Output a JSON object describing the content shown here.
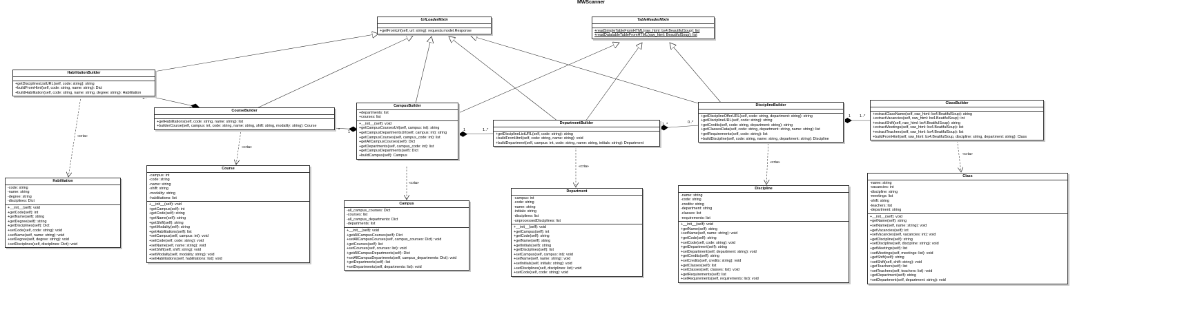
{
  "diagram_title": "MWScanner",
  "classes": {
    "url_loader_mixin": {
      "name": "UrlLoaderMixin",
      "attributes": [],
      "methods": [
        "+getFromUrl(self, url: string): requests.model.Response"
      ]
    },
    "table_reader_mixin": {
      "name": "TableReaderMixin",
      "attributes": [],
      "methods": [
        "+readSimpleTableFromHTML(raw_html: bs4.BeautifulSoup): list",
        "+readDatatableTableFromHTML(raw_html: BeautifulSoup): list"
      ]
    },
    "habilitation_builder": {
      "name": "HabilitationBuilder",
      "attributes": [],
      "methods": [
        "+getDisciplinesListURL(self, code: string): string",
        "+buildFromHtml(self, code: string, name: string): Dict",
        "+buildHabilitation(self, code: string, name: string, degree: string): Habilitation"
      ]
    },
    "course_builder": {
      "name": "CourseBuilder",
      "attributes": [],
      "methods": [
        "+getHabilitations(self, code: string, name: string): list",
        "+builderCourse(self, campus: int, code: string, name: string, shift: string, modality: string): Course"
      ]
    },
    "campus_builder": {
      "name": "CampusBuilder",
      "attributes": [
        "+departments: list",
        "+courses: list"
      ],
      "methods": [
        "+__init__(self): void",
        "+getCampusCoursesUrl(self, campus: int): string",
        "+getCampusDepartmentsUrl(self, campus: int): string",
        "+getCampusCourses(self, campus_code: int): list",
        "+getAllCampusCourses(self): Dict",
        "+getDepartments(self, campus_code: int): list",
        "+getCampusDepartments(self): Dict",
        "+buildCampus(self): Campus"
      ]
    },
    "department_builder": {
      "name": "DepartmentBuilder",
      "attributes": [],
      "methods": [
        "+getDisciplineListURL(self, code: string): string",
        "+buildFromHtml(self, code: string, name: string): void",
        "+buildDepartment(self, campus: int, code: string, name: string, initials: string): Department"
      ]
    },
    "discipline_builder": {
      "name": "DisciplineBuilder",
      "attributes": [],
      "methods": [
        "+getDisciplineOfferURL(self, code: string, department: string): string",
        "+getDisciplineURL(self, code: string): string",
        "+getCredits(self, code: string, department: string): string",
        "+getClassesData(self, code: string, department: string, name: string): list",
        "+getRequirements(self, code: string): list",
        "+buildDiscipline(self, code: string, name: string, department: string): Discipline"
      ]
    },
    "class_builder": {
      "name": "ClassBuilder",
      "attributes": [],
      "methods": [
        "+extractClassName(self, raw_html: bs4.BeatifulSoup): string",
        "+extractVacancies(self, raw_html: bs4.BeatifulSoup): int",
        "+extractShift(self, raw_html: bs4.BeatifulSoup): string",
        "+extractMeetings(self, raw_html: bs4.BeatifulSoup): list",
        "+extractTeachers(self, raw_html: bs4.BeatifulSoup): list",
        "+buildFromHtml(self, raw_html: bs4.BeatifulSoup, discipline: string, department: string): Class"
      ]
    },
    "habilitation": {
      "name": "Habilitation",
      "attributes": [
        "-code: string",
        "-name: string",
        "-degree: string",
        "-disciplines: Dict"
      ],
      "methods": [
        "+__init__(self): void",
        "+getCode(self): int",
        "+getName(self): string",
        "+getDegree(self): string",
        "+getDisciplines(self): Dict",
        "+setCode(self, code: string): void",
        "+setName(self, name: string): void",
        "+setDegree(self, degree: string): void",
        "+setDisciplines(self, disciplines: Dict): void"
      ]
    },
    "course": {
      "name": "Course",
      "attributes": [
        "-campus: int",
        "-code: string",
        "-name: string",
        "-shift: string",
        "-modality: string",
        "-habilitations: list"
      ],
      "methods": [
        "+__init__(self): void",
        "+getCampus(self): int",
        "+getCode(self): string",
        "+getName(self): string",
        "+getShift(self): string",
        "+getModality(self): string",
        "+getHabilitations(self): list",
        "+setCampus(self, campus: int): void",
        "+setCode(self, code: string): void",
        "+setName(self, name: string): void",
        "+setShift(self, shift: string): void",
        "+setModality(self, modality: string): void",
        "+setHabilitations(self, habilitations: list): void"
      ]
    },
    "campus": {
      "name": "Campus",
      "attributes": [
        "-all_campus_courses: Dict",
        "-courses: list",
        "-all_campus_departments: Dict",
        "-departments: list"
      ],
      "methods": [
        "+__init__(self): void",
        "+getAllCampusCourses(self): Dict",
        "+setAllCampusCourses(self, campus_courses: Dict): void",
        "+getCourses(self): list",
        "+setCourses(self, courses: list): void",
        "+getAllCampusDepartments(self): Dict",
        "+setAllCampusDepartments(self, campus_departments: Dict): void",
        "+getDepartments(self): list",
        "+setDepartments(self, departments: list): void"
      ]
    },
    "department": {
      "name": "Department",
      "attributes": [
        "-campus: int",
        "-code: string",
        "-name: string",
        "-initials: string",
        "-disciplines: list",
        "-unprocessedDisciplines: list"
      ],
      "methods": [
        "+__init__(self): void",
        "+getCampus(self): int",
        "+getCode(self): string",
        "+getName(self): string",
        "+getInitials(self): string",
        "+getDisciplines(self): list",
        "+setCampus(self, campus: int): void",
        "+setName(self, name: string): void",
        "+setInitials(self, initials: string): void",
        "+setDisciplines(self, disciplines: list): void",
        "+setCode(self, code: string): void"
      ]
    },
    "discipline": {
      "name": "Discipline",
      "attributes": [
        "-name: string",
        "-code: string",
        "-credits: string",
        "-department: string",
        "-classes: list",
        "-requirements: list"
      ],
      "methods": [
        "+__init__(self): void",
        "+getName(self): string",
        "+setName(self, name: string): void",
        "+getCode(self): string",
        "+setCode(self, code: string): void",
        "+getDepartment(self): string",
        "+setDepartment(self, department: string): void",
        "+getCredits(self): string",
        "+setCredits(self, credits: string): void",
        "+getClasses(self): list",
        "+setClasses(self, classes: list): void",
        "+getRequirements(self): list",
        "+setRequirements(self, requirements: list): void"
      ]
    },
    "class": {
      "name": "Class",
      "attributes": [
        "-name: string",
        "-vacancies: int",
        "-discipline: string",
        "-meetings: list",
        "-shift: string",
        "-teachers: list",
        "-department: string"
      ],
      "methods": [
        "+__init__(self): void",
        "+getName(self): string",
        "+setName(self, name: string): void",
        "+getVacancies(self): int",
        "+setVacancies(self, vacancies: int): void",
        "+getDiscipline(self): string",
        "+setDiscipline(self, discipline: string): void",
        "+getMeetings(self): list",
        "+setMeetings(self, meetings: list): void",
        "+getShift(self): string",
        "+setShift(self, shift: string): void",
        "+getTeachers(self): list",
        "+setTeachers(self, teachers: list): void",
        "+getDepartment(self): string",
        "+setDepartment(self, department: string): void"
      ]
    }
  },
  "relation_labels": {
    "creates": "«cria»",
    "one": "1",
    "one_to_many": "1..*",
    "zero_to_many": "0..*",
    "many": "*"
  }
}
